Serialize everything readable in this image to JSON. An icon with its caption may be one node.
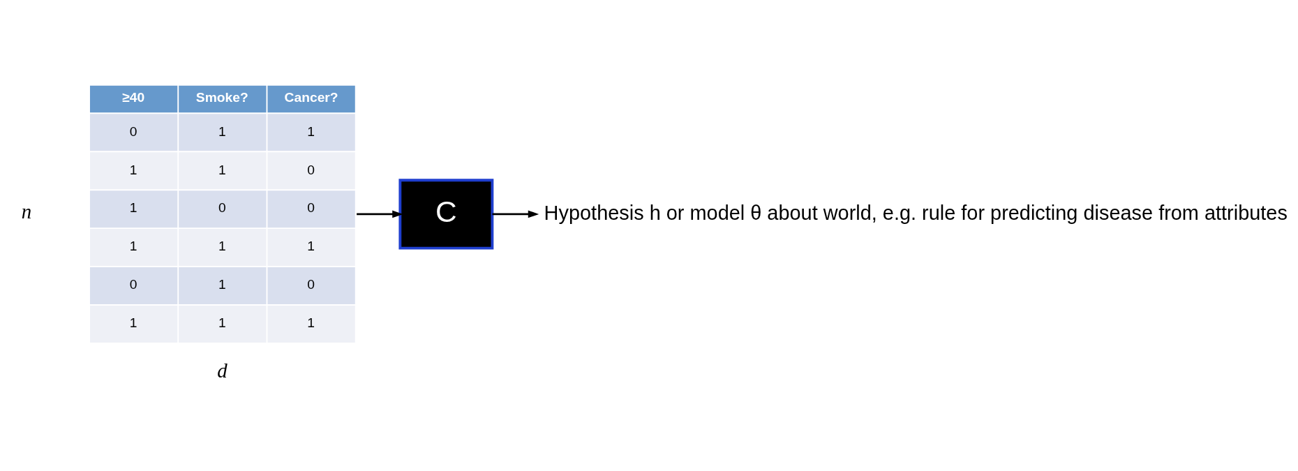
{
  "diagram": {
    "nodes": [
      {
        "text": [
          "≥40",
          "Smoke?",
          "Cancer?",
          "0",
          "1",
          "1",
          "1",
          "1",
          "0",
          "1",
          "0",
          "0",
          "1",
          "1",
          "1",
          "0",
          "1",
          "0",
          "1",
          "1",
          "1"
        ]
      },
      {
        "text": [
          "C"
        ]
      },
      {
        "text": [
          "Hypothesis h or model θ about world, e.g. rule for predicting disease from attributes"
        ]
      }
    ],
    "edges": [
      {
        "from": 0,
        "to": 1,
        "arrow": "to"
      },
      {
        "from": 1,
        "to": 2,
        "arrow": "to"
      }
    ],
    "labels": [
      "n",
      "d"
    ]
  }
}
